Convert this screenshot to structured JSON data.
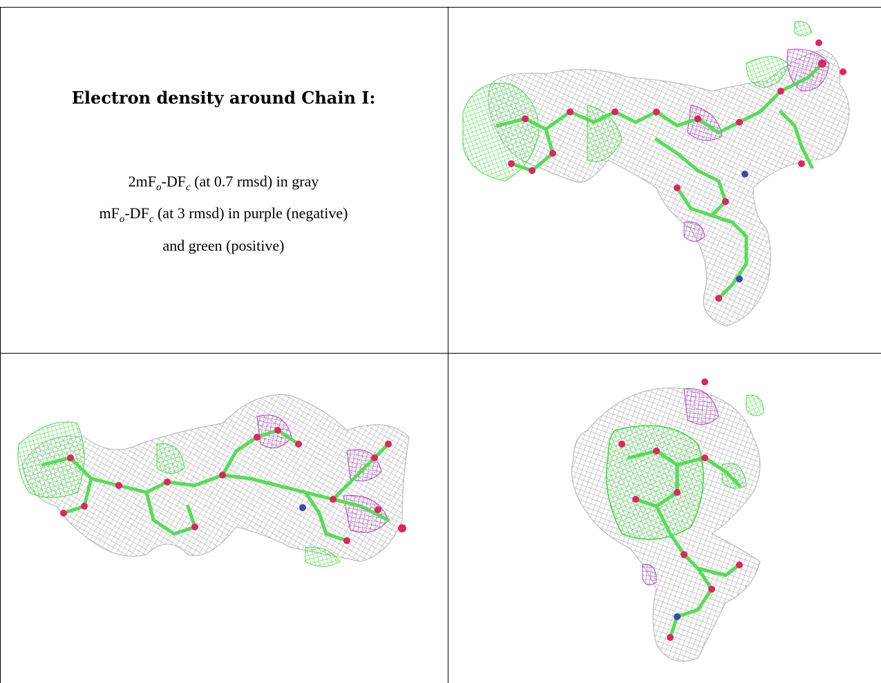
{
  "caption": {
    "title": "Electron density around Chain I:",
    "line1_prefix": "2mF",
    "line1_sub1": "o",
    "line1_mid": "-DF",
    "line1_sub2": "c",
    "line1_suffix": " (at 0.7 rmsd) in gray",
    "line2_prefix": "mF",
    "line2_sub1": "o",
    "line2_mid": "-DF",
    "line2_sub2": "c",
    "line2_suffix": " (at 3 rmsd) in purple (negative)",
    "line3": "and green (positive)"
  },
  "colors": {
    "map_2fofc": "#9a9a9a",
    "map_negative": "#b040c8",
    "map_positive": "#44ee44",
    "carbon": "#66e066",
    "oxygen": "#e0245e",
    "nitrogen": "#3a4aa8"
  },
  "panels": [
    {
      "name": "view-top-right",
      "icon": "electron-density-mesh-view-1"
    },
    {
      "name": "view-bottom-left",
      "icon": "electron-density-mesh-view-2"
    },
    {
      "name": "view-bottom-right",
      "icon": "electron-density-mesh-view-3"
    }
  ]
}
